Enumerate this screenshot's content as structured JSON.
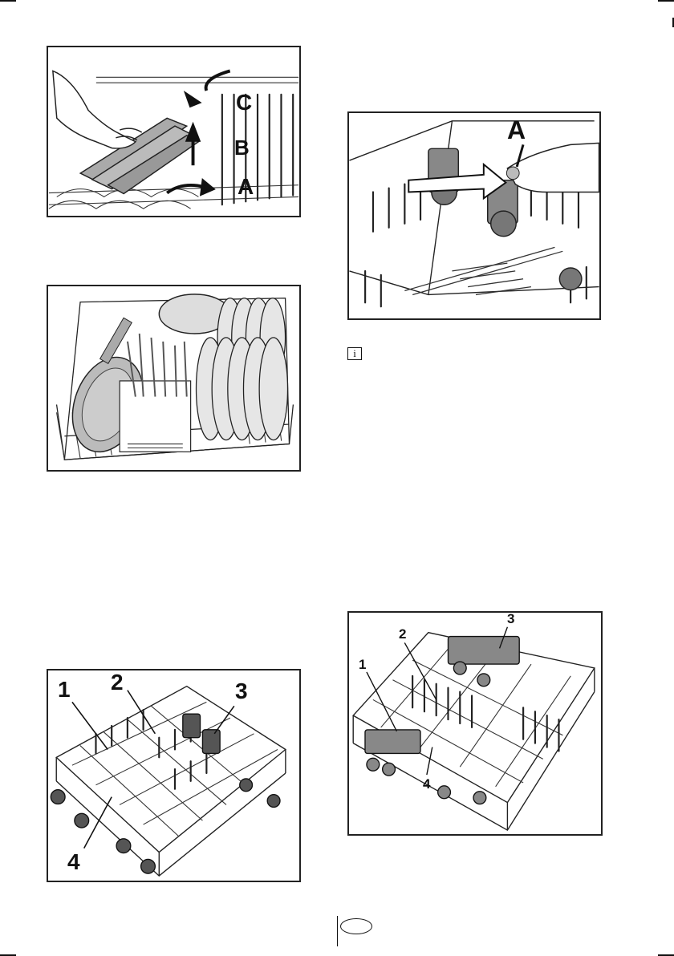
{
  "figures": {
    "fold_tines": {
      "callouts": [
        "C",
        "B",
        "A"
      ]
    },
    "loaded_basket": {
      "callouts": []
    },
    "remove_holder": {
      "callouts": [
        "A"
      ]
    },
    "basket_lower_left": {
      "callouts": [
        "1",
        "2",
        "3",
        "4"
      ]
    },
    "basket_lower_right": {
      "callouts": [
        "1",
        "2",
        "3",
        "4"
      ]
    }
  },
  "notes": {
    "info_icon": "i"
  },
  "footer": {
    "language_badge": ""
  }
}
